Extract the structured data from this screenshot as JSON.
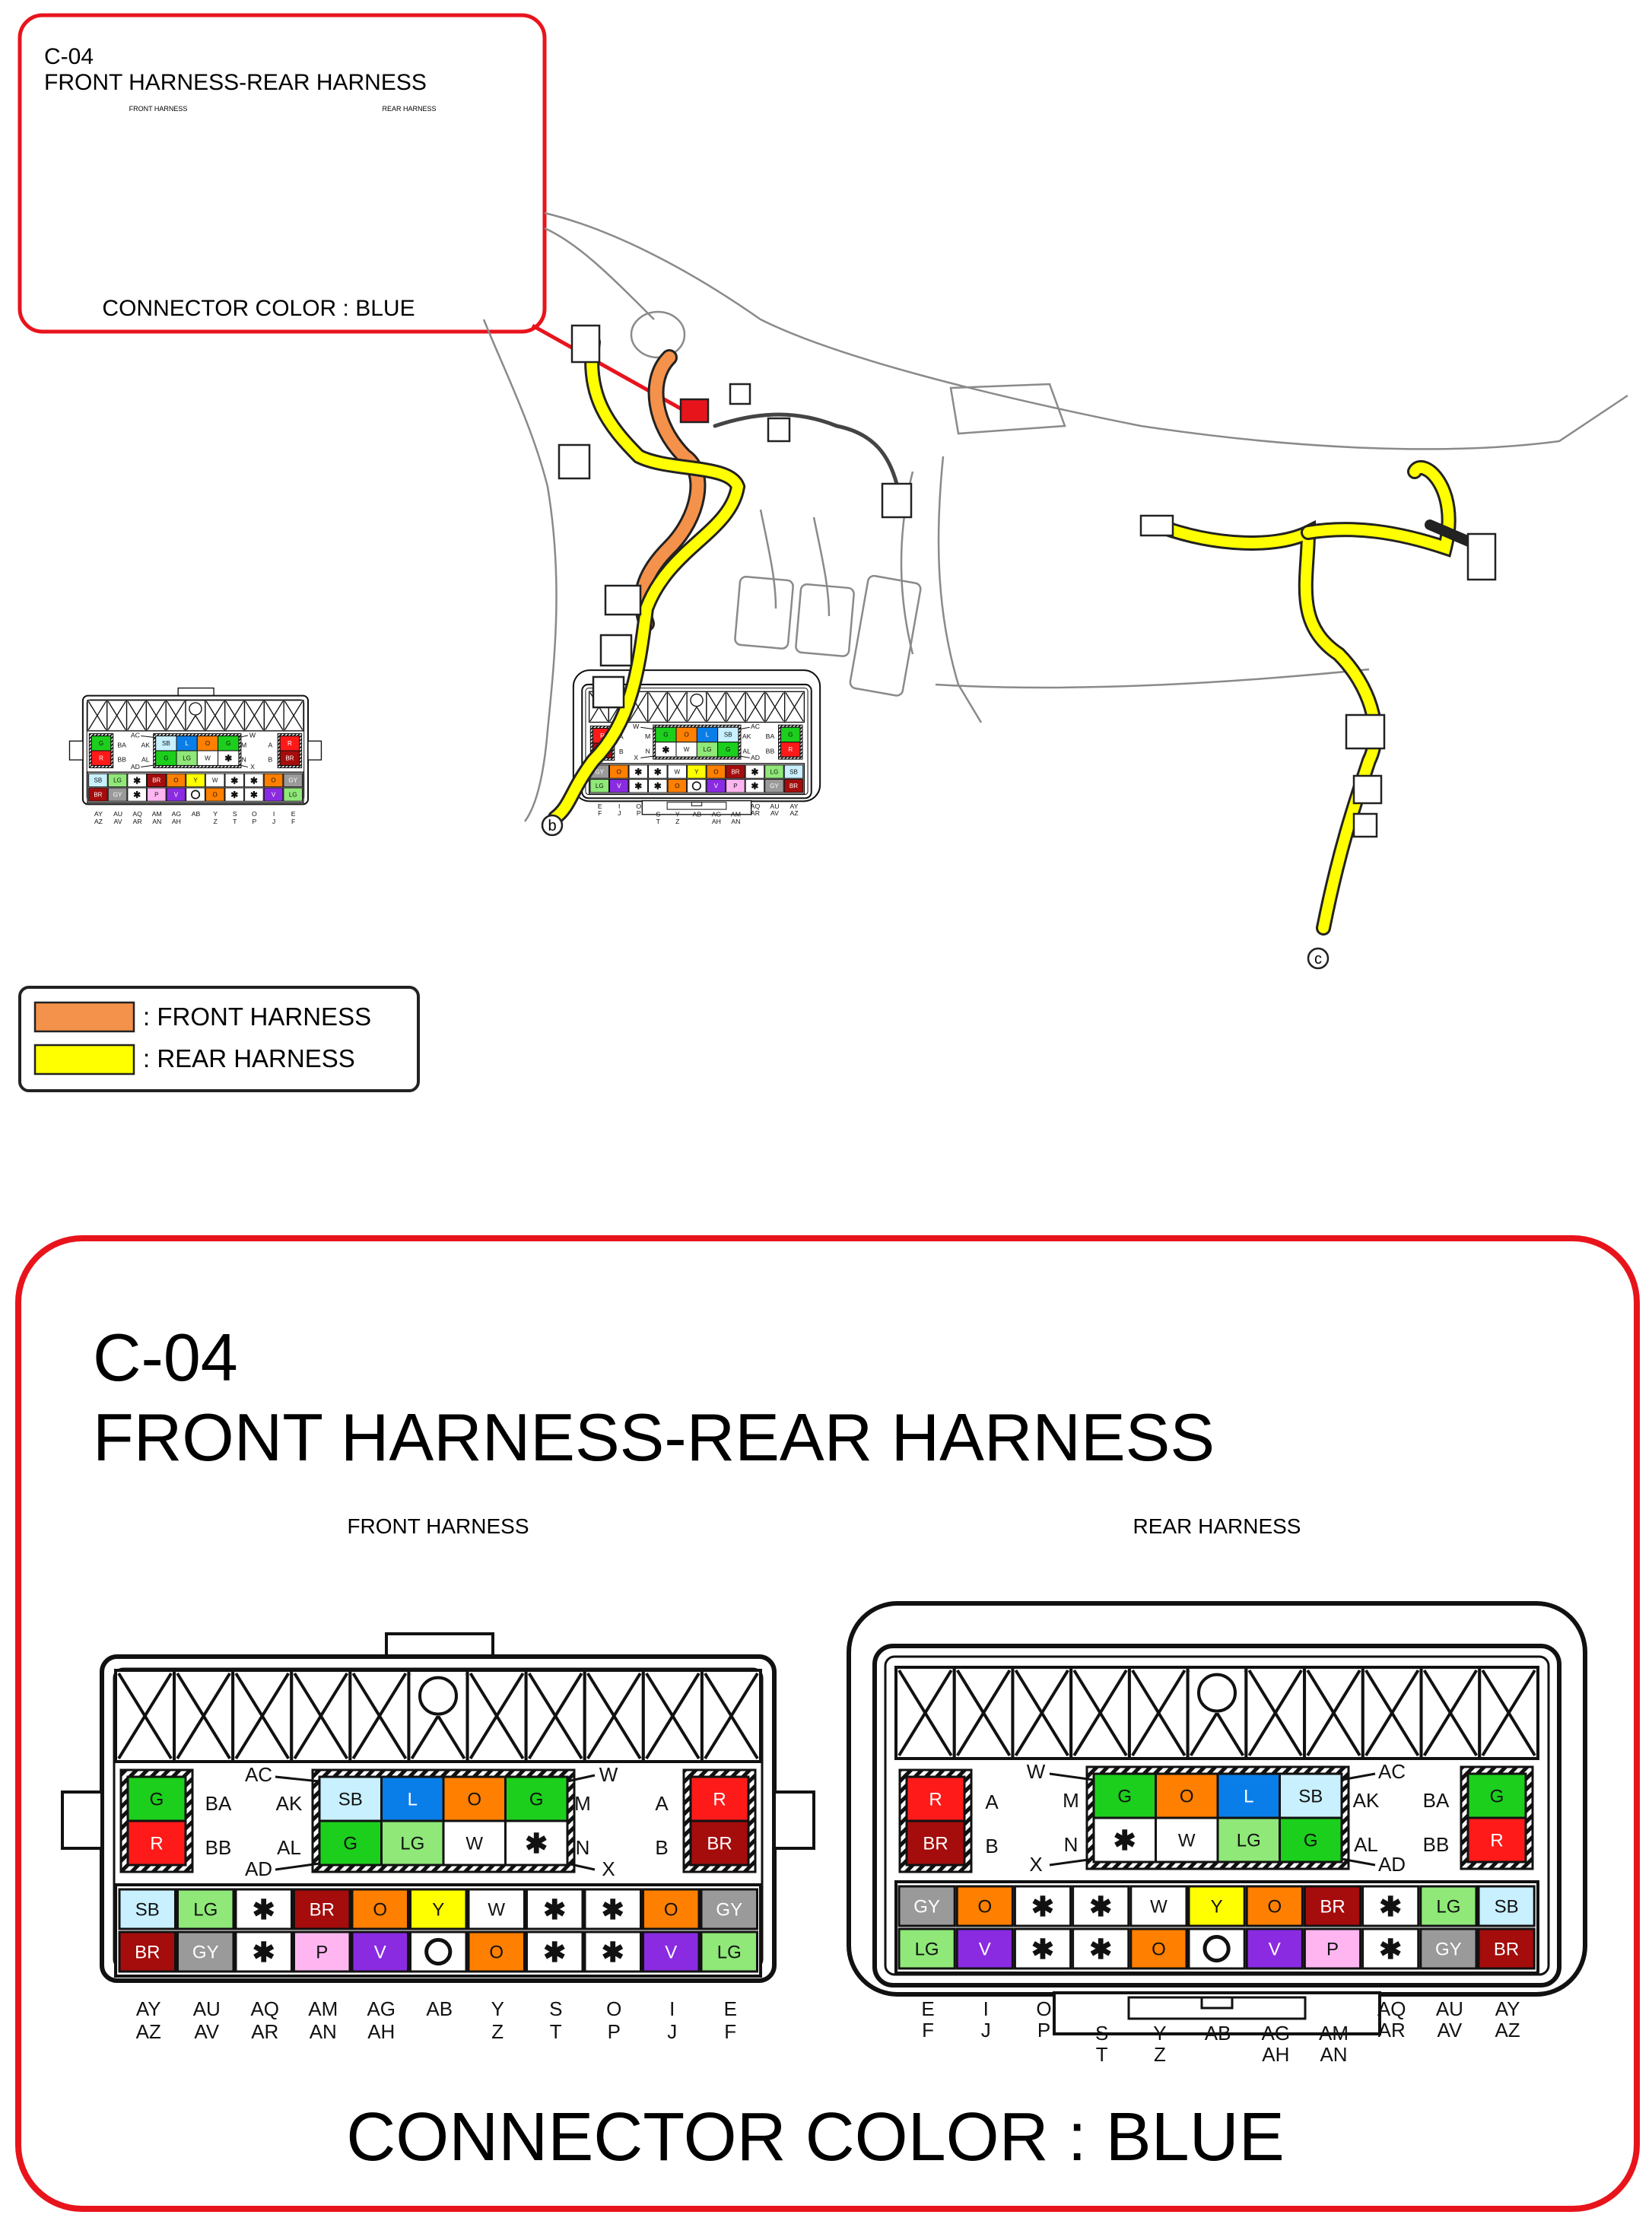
{
  "code": "C-04",
  "title": "FRONT HARNESS-REAR HARNESS",
  "front_label": "FRONT HARNESS",
  "rear_label": "REAR HARNESS",
  "connector_color": "CONNECTOR COLOR : BLUE",
  "legend": [
    {
      "label": ": FRONT HARNESS",
      "color": "#f4914a"
    },
    {
      "label": ": REAR HARNESS",
      "color": "#ffff00"
    }
  ],
  "callouts": [
    "b",
    "c"
  ],
  "wire_colors": {
    "SB": "#c8f0ff",
    "L": "#0a7ee8",
    "O": "#ff7f00",
    "G": "#1ccf1c",
    "LG": "#8fe878",
    "W": "#ffffff",
    "R": "#ff1a1a",
    "BR": "#a50c0c",
    "Y": "#ffff00",
    "GY": "#9a9a9a",
    "P": "#ffb6f0",
    "V": "#8a2be2",
    "*": "#ffffff",
    "": "#ffffff"
  },
  "front": {
    "left_block": [
      [
        "G"
      ],
      [
        "R"
      ]
    ],
    "left_block_labels": [
      [
        "BA",
        "AK"
      ],
      [
        "BB",
        "AL"
      ]
    ],
    "center_block": [
      [
        "SB",
        "L",
        "O",
        "G"
      ],
      [
        "G",
        "LG",
        "W",
        "*"
      ]
    ],
    "center_top_labels": [
      "AC",
      "W"
    ],
    "center_bottom_labels": [
      "AD",
      "X"
    ],
    "center_side_labels": [
      [
        "M",
        "N"
      ],
      [
        "A",
        "B"
      ]
    ],
    "right_block": [
      [
        "R"
      ],
      [
        "BR"
      ]
    ],
    "bottom_rows": [
      [
        "SB",
        "LG",
        "*",
        "BR",
        "O",
        "Y",
        "W",
        "*",
        "*",
        "O",
        "GY"
      ],
      [
        "BR",
        "GY",
        "*",
        "P",
        "V",
        "",
        "O",
        "*",
        "*",
        "V",
        "LG"
      ]
    ],
    "pin_labels_top": [
      "AY",
      "AU",
      "AQ",
      "AM",
      "AG",
      "AB",
      "Y",
      "S",
      "O",
      "I",
      "E"
    ],
    "pin_labels_bottom": [
      "AZ",
      "AV",
      "AR",
      "AN",
      "AH",
      "",
      "Z",
      "T",
      "P",
      "J",
      "F"
    ]
  },
  "rear": {
    "left_block": [
      [
        "R"
      ],
      [
        "BR"
      ]
    ],
    "left_side_labels": [
      "A",
      "B"
    ],
    "center_block": [
      [
        "G",
        "O",
        "L",
        "SB"
      ],
      [
        "*",
        "W",
        "LG",
        "G"
      ]
    ],
    "center_top_labels": [
      "W",
      "AC"
    ],
    "center_bottom_labels": [
      "X",
      "AD"
    ],
    "center_left_labels": [
      "M",
      "N"
    ],
    "center_right_labels": [
      "AK",
      "AL"
    ],
    "right_side_labels": [
      "BA",
      "BB"
    ],
    "right_block": [
      [
        "G"
      ],
      [
        "R"
      ]
    ],
    "bottom_rows": [
      [
        "GY",
        "O",
        "*",
        "*",
        "W",
        "Y",
        "O",
        "BR",
        "*",
        "LG",
        "SB"
      ],
      [
        "LG",
        "V",
        "*",
        "*",
        "O",
        "",
        "V",
        "P",
        "*",
        "GY",
        "BR"
      ]
    ],
    "pin_labels_left_top": [
      "E",
      "I",
      "O"
    ],
    "pin_labels_left_bottom": [
      "F",
      "J",
      "P"
    ],
    "pin_labels_mid_top": [
      "S",
      "Y",
      "AB",
      "AG",
      "AM"
    ],
    "pin_labels_mid_bottom": [
      "T",
      "Z",
      "",
      "AH",
      "AN"
    ],
    "pin_labels_right_top": [
      "AQ",
      "AU",
      "AY"
    ],
    "pin_labels_right_bottom": [
      "AR",
      "AV",
      "AZ"
    ]
  }
}
